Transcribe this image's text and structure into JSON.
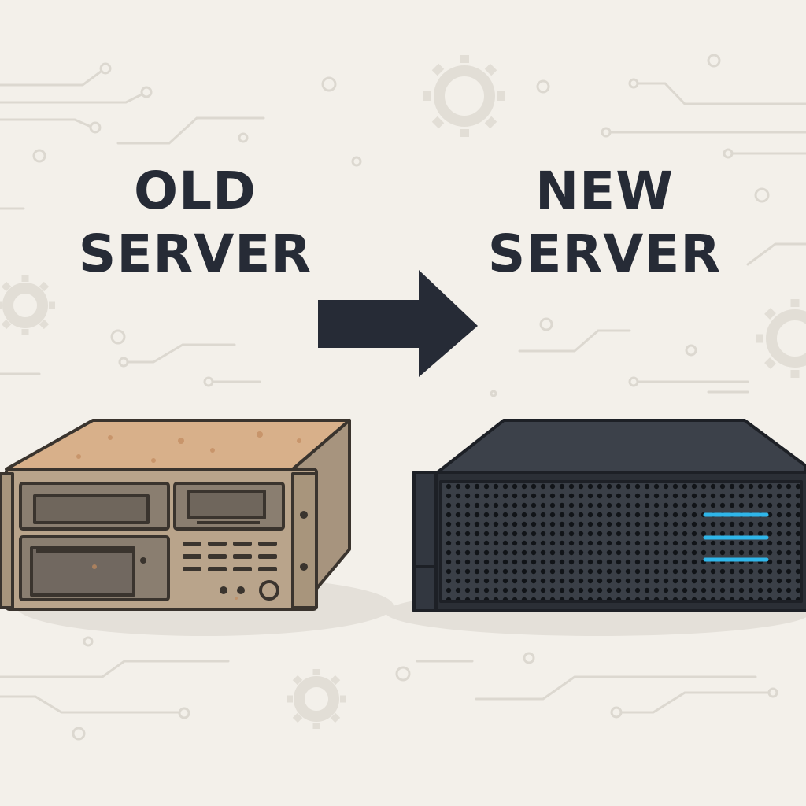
{
  "old_label": {
    "line1": "OLD",
    "line2": "SERVER"
  },
  "new_label": {
    "line1": "NEW",
    "line2": "SERVER"
  },
  "colors": {
    "background": "#f3f0ea",
    "text": "#262b36",
    "arrow": "#262b36",
    "circuit": "#dcd8d0",
    "old_server_body": "#b9a48b",
    "old_server_top": "#d8b08a",
    "new_server_body": "#2b2f36",
    "new_server_top": "#3c414a",
    "status_led": "#2fb6ea"
  },
  "icons": [
    "gear-icon",
    "circuit-trace",
    "right-arrow-icon"
  ]
}
